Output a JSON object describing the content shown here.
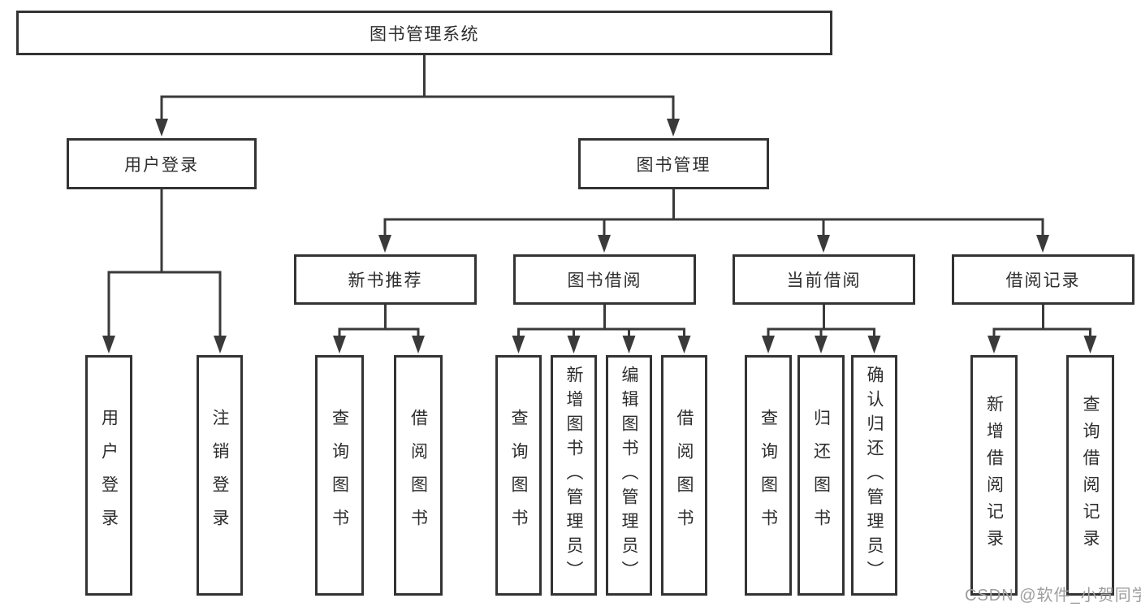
{
  "diagram": {
    "root": {
      "label": "图书管理系统"
    },
    "level2": [
      {
        "label": "用户登录"
      },
      {
        "label": "图书管理"
      }
    ],
    "level3": [
      {
        "label": "新书推荐"
      },
      {
        "label": "图书借阅"
      },
      {
        "label": "当前借阅"
      },
      {
        "label": "借阅记录"
      }
    ],
    "leaves": {
      "login": [
        "用户登录",
        "注销登录"
      ],
      "newbook": [
        "查询图书",
        "借阅图书"
      ],
      "borrow": [
        "查询图书",
        "新增图书（管理员）",
        "编辑图书（管理员）",
        "借阅图书"
      ],
      "current": [
        "查询图书",
        "归还图书",
        "确认归还（管理员）"
      ],
      "records": [
        "新增借阅记录",
        "查询借阅记录"
      ]
    }
  },
  "watermark": {
    "text": "CSDN @软件_小贺同学"
  },
  "colors": {
    "line": "#3a3a3a",
    "border": "#333333",
    "text": "#2d2d2d",
    "watermark": "#9e9e9e",
    "background": "#ffffff"
  }
}
